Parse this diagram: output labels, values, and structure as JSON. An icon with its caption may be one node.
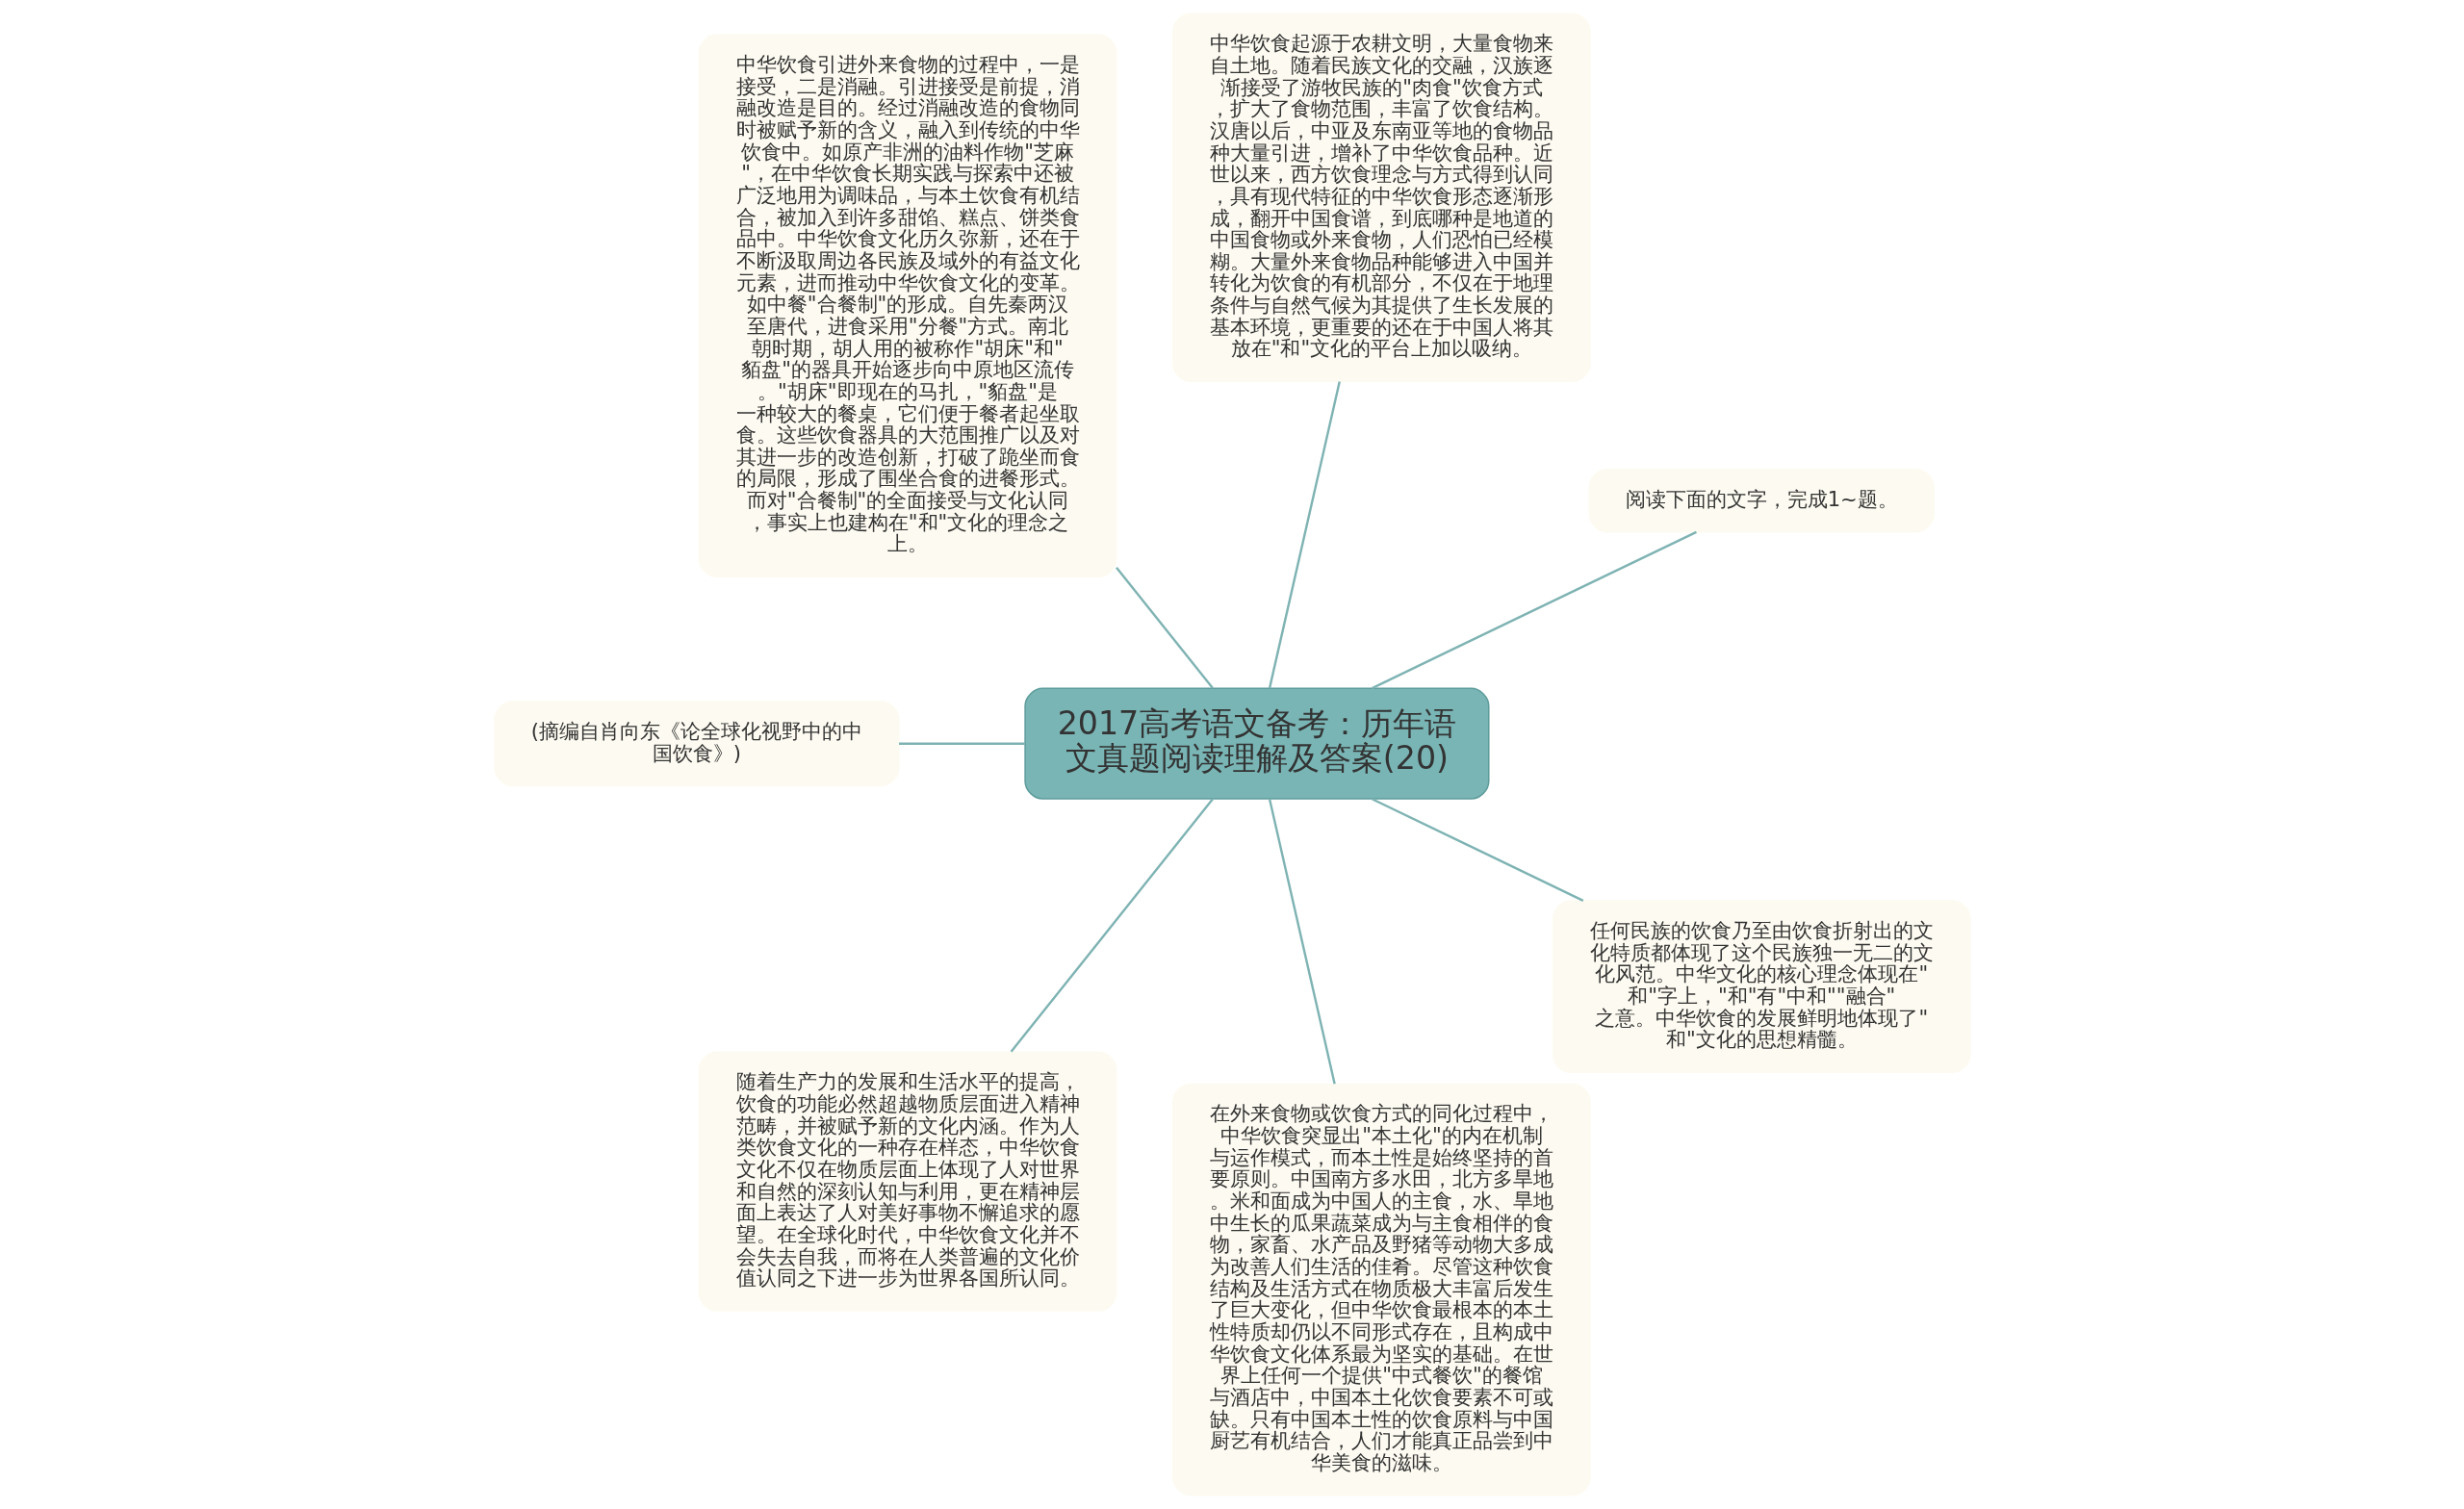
{
  "diagram": {
    "nodes": [
      {
        "text": [
          "2017高考语文备考：历年语文真题阅读理解及答案(20)"
        ]
      },
      {
        "text": [
          "阅读下面的文字，完成1~题。"
        ]
      },
      {
        "text": [
          "中华饮食起源于农耕文明，大量食物来自土地。随着民族文化的交融，汉族逐渐接受了游牧民族的\"肉食\"饮食方式，扩大了食物范围，丰富了饮食结构。汉唐以后，中亚及东南亚等地的食物品种大量引进，增补了中华饮食品种。近世以来，西方饮食理念与方式得到认同，具有现代特征的中华饮食形态逐渐形成，翻开中国食谱，到底哪种是地道的中国食物或外来食物，人们恐怕已经模糊。大量外来食物品种能够进入中国并转化为饮食的有机部分，不仅在于地理条件与自然气候为其提供了生长发展的基本环境，更重要的还在于中国人将其放在\"和\"文化的平台上加以吸纳。"
        ]
      },
      {
        "text": [
          "中华饮食引进外来食物的过程中，一是接受，二是消融。引进接受是前提，消融改造是目的。经过消融改造的食物同时被赋予新的含义，融入到传统的中华饮食中。如原产非洲的油料作物\"芝麻\"，在中华饮食长期实践与探索中还被广泛地用为调味品，与本土饮食有机结合，被加入到许多甜馅、糕点、饼类食品中。中华饮食文化历久弥新，还在于不断汲取周边各民族及域外的有益文化元素，进而推动中华饮食文化的变革。如中餐\"合餐制\"的形成。自先秦两汉至唐代，进食采用\"分餐\"方式。南北朝时期，胡人用的被称作\"胡床\"和\"貊盘\"的器具开始逐步向中原地区流传。\"胡床\"即现在的马扎，\"貊盘\"是一种较大的餐桌，它们便于餐者起坐取食。这些饮食器具的大范围推广以及对其进一步的改造创新，打破了跪坐而食的局限，形成了围坐合食的进餐形式。而对\"合餐制\"的全面接受与文化认同，事实上也建构在\"和\"文化的理念之上。"
        ]
      },
      {
        "text": [
          "(摘编自肖向东《论全球化视野中的中国饮食》)"
        ]
      },
      {
        "text": [
          "随着生产力的发展和生活水平的提高，饮食的功能必然超越物质层面进入精神范畴，并被赋予新的文化内涵。作为人类饮食文化的一种存在样态，中华饮食文化不仅在物质层面上体现了人对世界和自然的深刻认知与利用，更在精神层面上表达了人对美好事物不懈追求的愿望。在全球化时代，中华饮食文化并不会失去自我，而将在人类普遍的文化价值认同之下进一步为世界各国所认同。"
        ]
      },
      {
        "text": [
          "在外来食物或饮食方式的同化过程中，中华饮食突显出\"本土化\"的内在机制与运作模式，而本土性是始终坚持的首要原则。中国南方多水田，北方多旱地。米和面成为中国人的主食，水、旱地中生长的瓜果蔬菜成为与主食相伴的食物，家畜、水产品及野猪等动物大多成为改善人们生活的佳肴。尽管这种饮食结构及生活方式在物质极大丰富后发生了巨大变化，但中华饮食最根本的本土性特质却仍以不同形式存在，且构成中华饮食文化体系最为坚实的基础。在世界上任何一个提供\"中式餐饮\"的餐馆与酒店中，中国本土化饮食要素不可或缺。只有中国本土性的饮食原料与中国厨艺有机结合，人们才能真正品尝到中华美食的滋味。"
        ]
      },
      {
        "text": [
          "任何民族的饮食乃至由饮食折射出的文化特质都体现了这个民族独一无二的文化风范。中华文化的核心理念体现在\"和\"字上，\"和\"有\"中和\"\"融合\"之意。中华饮食的发展鲜明地体现了\"和\"文化的思想精髓。"
        ]
      }
    ],
    "edges": [
      {
        "from": 0,
        "to": 1,
        "arrow": "none"
      },
      {
        "from": 0,
        "to": 2,
        "arrow": "none"
      },
      {
        "from": 0,
        "to": 3,
        "arrow": "none"
      },
      {
        "from": 0,
        "to": 4,
        "arrow": "none"
      },
      {
        "from": 0,
        "to": 5,
        "arrow": "none"
      },
      {
        "from": 0,
        "to": 6,
        "arrow": "none"
      },
      {
        "from": 0,
        "to": 7,
        "arrow": "none"
      }
    ]
  }
}
